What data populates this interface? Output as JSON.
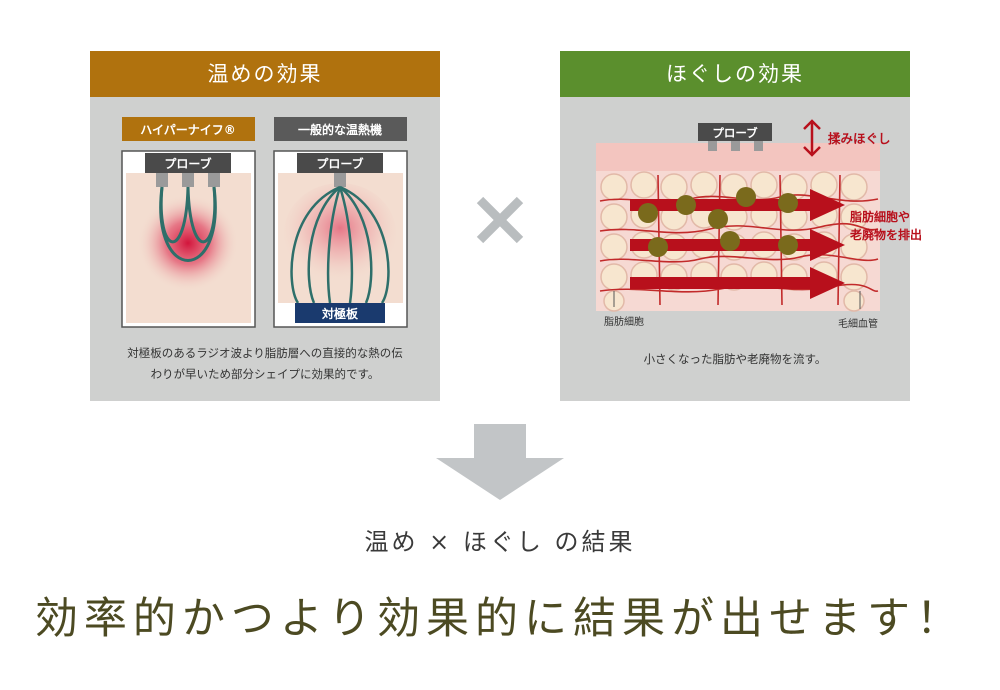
{
  "warm_panel": {
    "title": "温めの効果",
    "header_color": "#b0720e",
    "left_card": {
      "label": "ハイパーナイフ®",
      "probe": "プローブ"
    },
    "right_card": {
      "label": "一般的な温熱機",
      "probe": "プローブ",
      "plate": "対極板"
    },
    "caption_line1": "対極板のあるラジオ波より脂肪層への直接的な熱の伝",
    "caption_line2": "わりが早いため部分シェイプに効果的です。"
  },
  "loosen_panel": {
    "title": "ほぐしの効果",
    "header_color": "#5b8f2d",
    "probe": "プローブ",
    "massage": "揉みほぐし",
    "expel_line1": "脂肪細胞や",
    "expel_line2": "老廃物を排出",
    "fat_cells": "脂肪細胞",
    "capillaries": "毛細血管",
    "caption": "小さくなった脂肪や老廃物を流す。"
  },
  "result": {
    "subtitle": "温め × ほぐし の結果",
    "headline": "効率的かつより効果的に結果が出せます！"
  }
}
